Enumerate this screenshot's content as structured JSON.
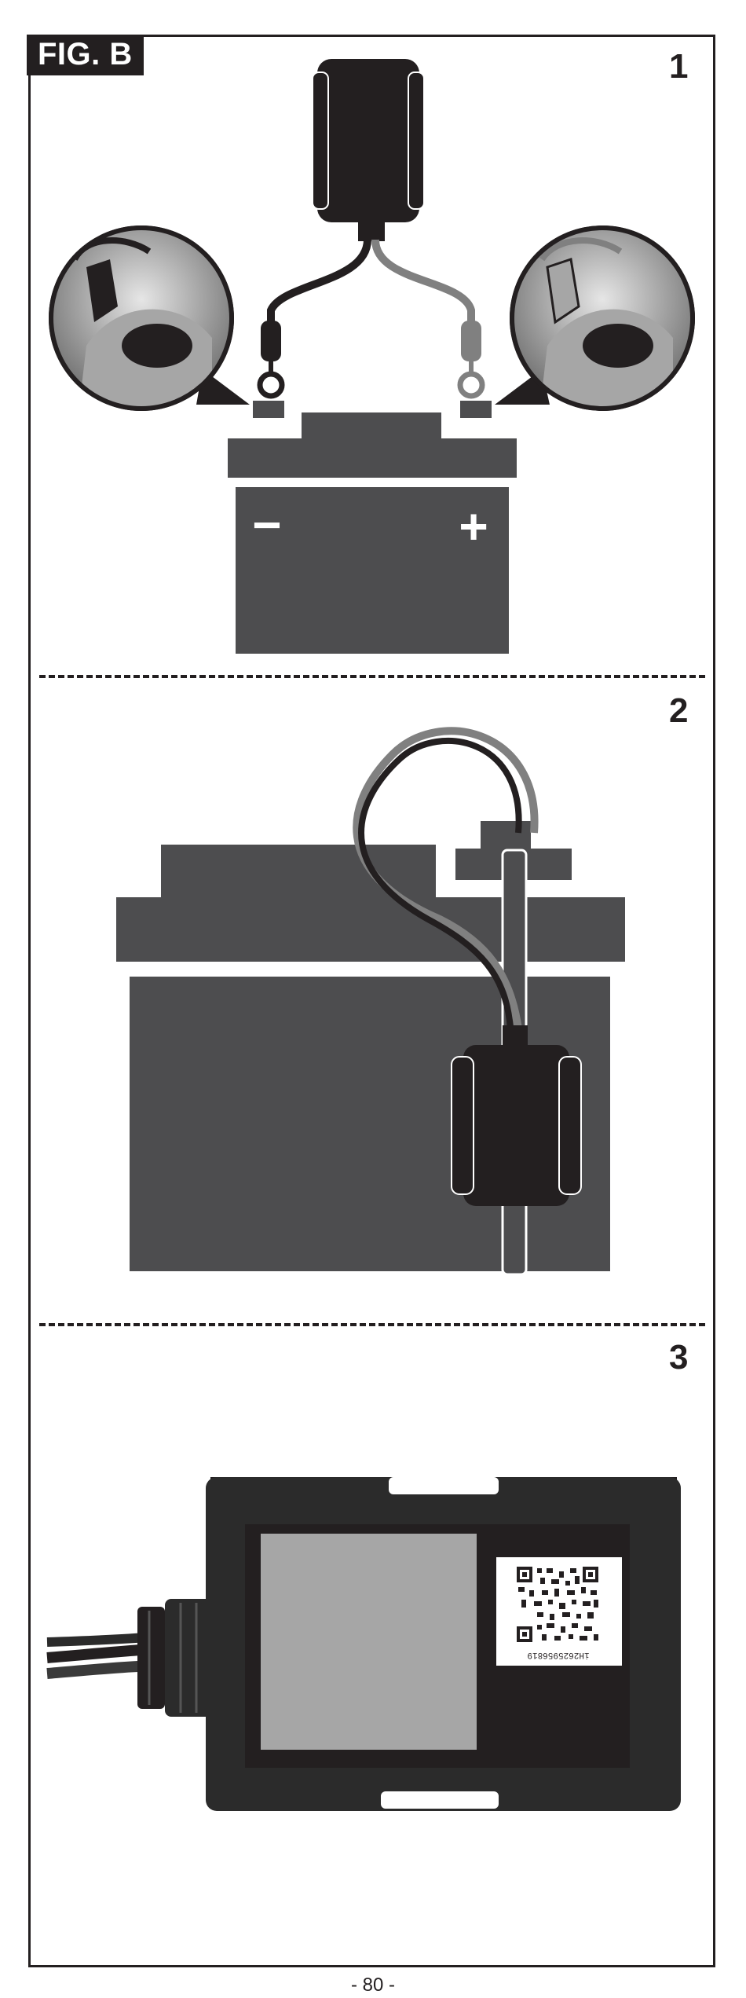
{
  "figure": {
    "label": "FIG. B"
  },
  "steps": [
    {
      "number": "1",
      "battery_terminals": {
        "negative": "−",
        "positive": "+"
      }
    },
    {
      "number": "2"
    },
    {
      "number": "3",
      "device_label": "iH2625956819"
    }
  ],
  "footer": {
    "page": "- 80 -"
  },
  "colors": {
    "ink": "#231f20",
    "battery": "#4d4d4f",
    "red_wire": "#808080",
    "black_wire": "#231f20"
  }
}
